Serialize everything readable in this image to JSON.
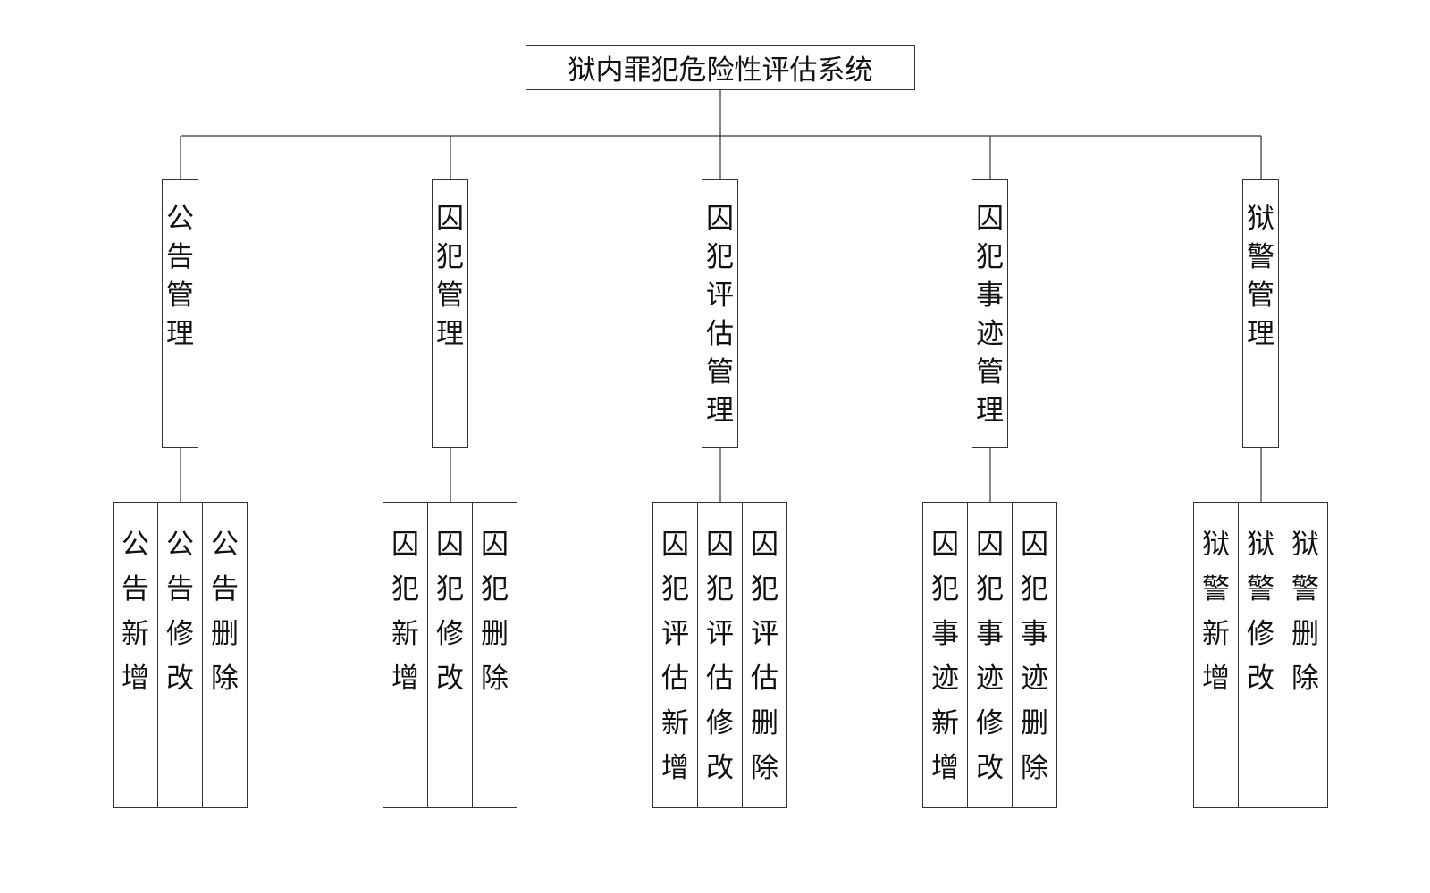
{
  "diagram": {
    "title": "狱内罪犯危险性评估系统",
    "modules": [
      {
        "label": "公告管理",
        "functions": [
          "公告新增",
          "公告修改",
          "公告删除"
        ]
      },
      {
        "label": "囚犯管理",
        "functions": [
          "囚犯新增",
          "囚犯修改",
          "囚犯删除"
        ]
      },
      {
        "label": "囚犯评估管理",
        "functions": [
          "囚犯评估新增",
          "囚犯评估修改",
          "囚犯评估删除"
        ]
      },
      {
        "label": "囚犯事迹管理",
        "functions": [
          "囚犯事迹新增",
          "囚犯事迹修改",
          "囚犯事迹删除"
        ]
      },
      {
        "label": "狱警管理",
        "functions": [
          "狱警新增",
          "狱警修改",
          "狱警删除"
        ]
      }
    ]
  }
}
